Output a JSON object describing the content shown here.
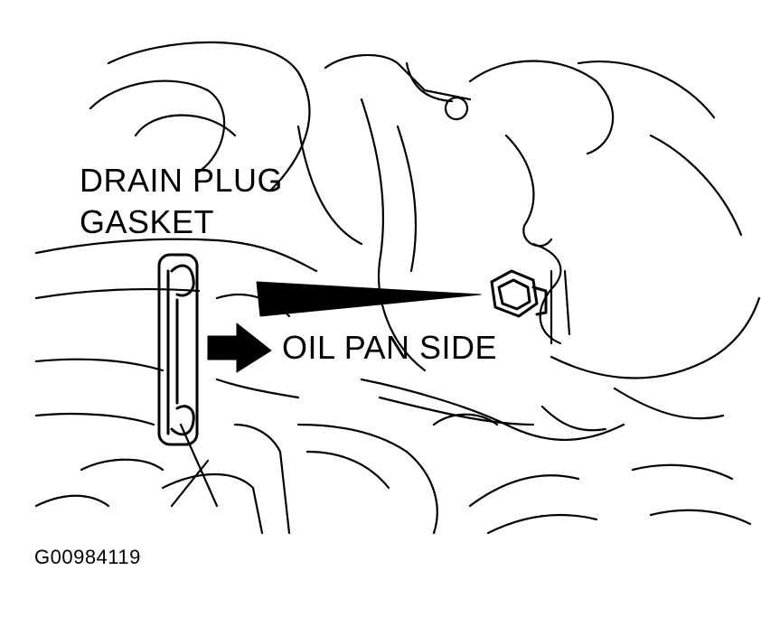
{
  "labels": {
    "gasket_line1": "DRAIN PLUG",
    "gasket_line2": "GASKET",
    "oil_pan_side": "OIL PAN SIDE"
  },
  "figure_id": "G00984119",
  "colors": {
    "line": "#000000",
    "background": "#ffffff"
  }
}
